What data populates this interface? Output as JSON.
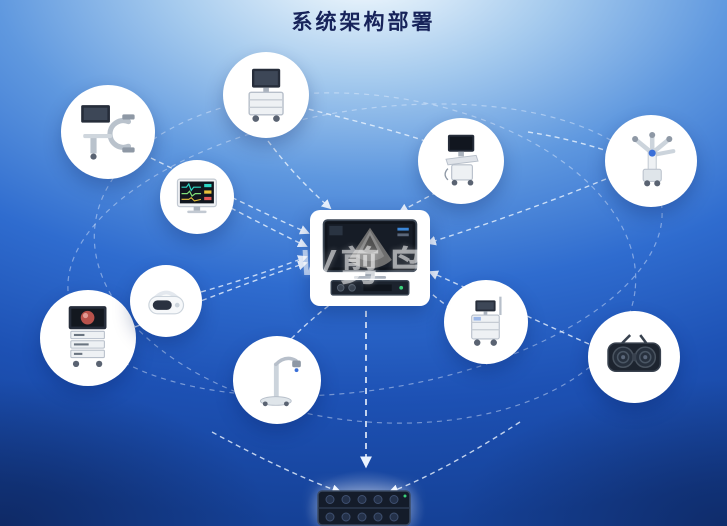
{
  "title": "系统架构部署",
  "watermark": {
    "logo": "W",
    "text": "剪鸟"
  },
  "nodes": [
    {
      "id": "workstation-cart",
      "icon": "workstation-cart-icon"
    },
    {
      "id": "c-arm-imaging",
      "icon": "c-arm-icon"
    },
    {
      "id": "patient-monitor",
      "icon": "patient-monitor-icon"
    },
    {
      "id": "ultrasound-machine",
      "icon": "ultrasound-icon"
    },
    {
      "id": "surgical-robot",
      "icon": "surgical-robot-icon"
    },
    {
      "id": "endoscopy-tower",
      "icon": "endoscopy-tower-icon"
    },
    {
      "id": "vr-headset",
      "icon": "vr-headset-icon"
    },
    {
      "id": "microscope-stand",
      "icon": "microscope-stand-icon"
    },
    {
      "id": "medical-cart",
      "icon": "medical-cart-icon"
    },
    {
      "id": "surgical-light",
      "icon": "surgical-light-icon"
    },
    {
      "id": "central-host",
      "icon": "central-host-icon"
    },
    {
      "id": "server-rack",
      "icon": "server-rack-icon"
    }
  ],
  "colors": {
    "background_top": "#ffffff",
    "background_mid": "#2f6ccf",
    "background_bottom": "#154197",
    "title_color": "#17235a",
    "line_color": "#e6f0ff"
  }
}
